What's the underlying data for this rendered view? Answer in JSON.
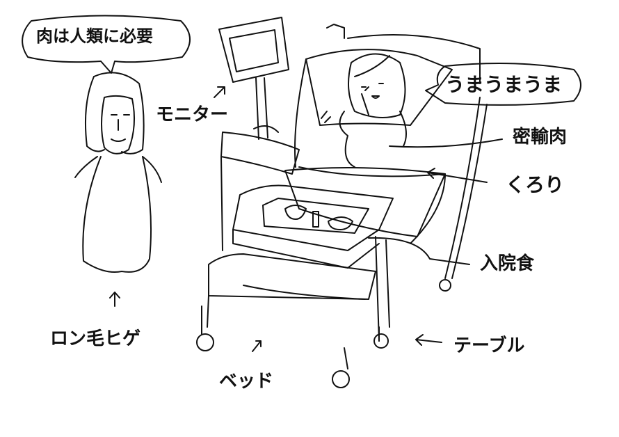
{
  "speech": {
    "left": "肉は人類に必要",
    "right": "うまうまうま"
  },
  "labels": {
    "monitor": "モニター",
    "smuggled_meat": "密輸肉",
    "kurori": "くろり",
    "hospital_food": "入院食",
    "table": "テーブル",
    "long_hair_beard": "ロン毛ヒゲ",
    "bed": "ベッド"
  }
}
